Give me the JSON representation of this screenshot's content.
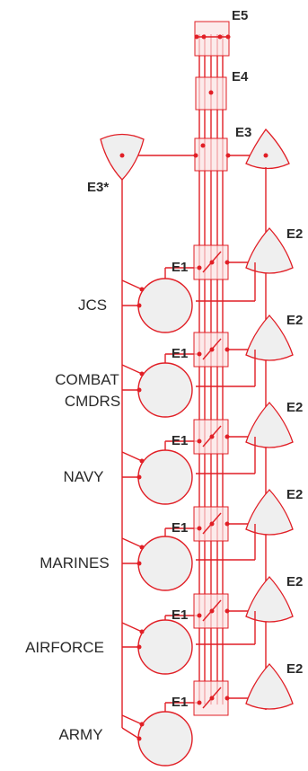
{
  "colors": {
    "line": "#e11f26",
    "node_fill": "#efefef",
    "text": "#2a2a2a"
  },
  "top_labels": {
    "e5": "E5",
    "e4": "E4",
    "e3": "E3",
    "e3_star": "E3*"
  },
  "units": [
    {
      "name": "JCS",
      "e1": "E1",
      "e2": "E2"
    },
    {
      "name": "COMBAT CMDRS",
      "line1": "COMBAT",
      "line2": "CMDRS",
      "e1": "E1",
      "e2": "E2"
    },
    {
      "name": "NAVY",
      "e1": "E1",
      "e2": "E2"
    },
    {
      "name": "MARINES",
      "e1": "E1",
      "e2": "E2"
    },
    {
      "name": "AIRFORCE",
      "e1": "E1",
      "e2": "E2"
    },
    {
      "name": "ARMY",
      "e1": "E1",
      "e2": "E2"
    }
  ]
}
